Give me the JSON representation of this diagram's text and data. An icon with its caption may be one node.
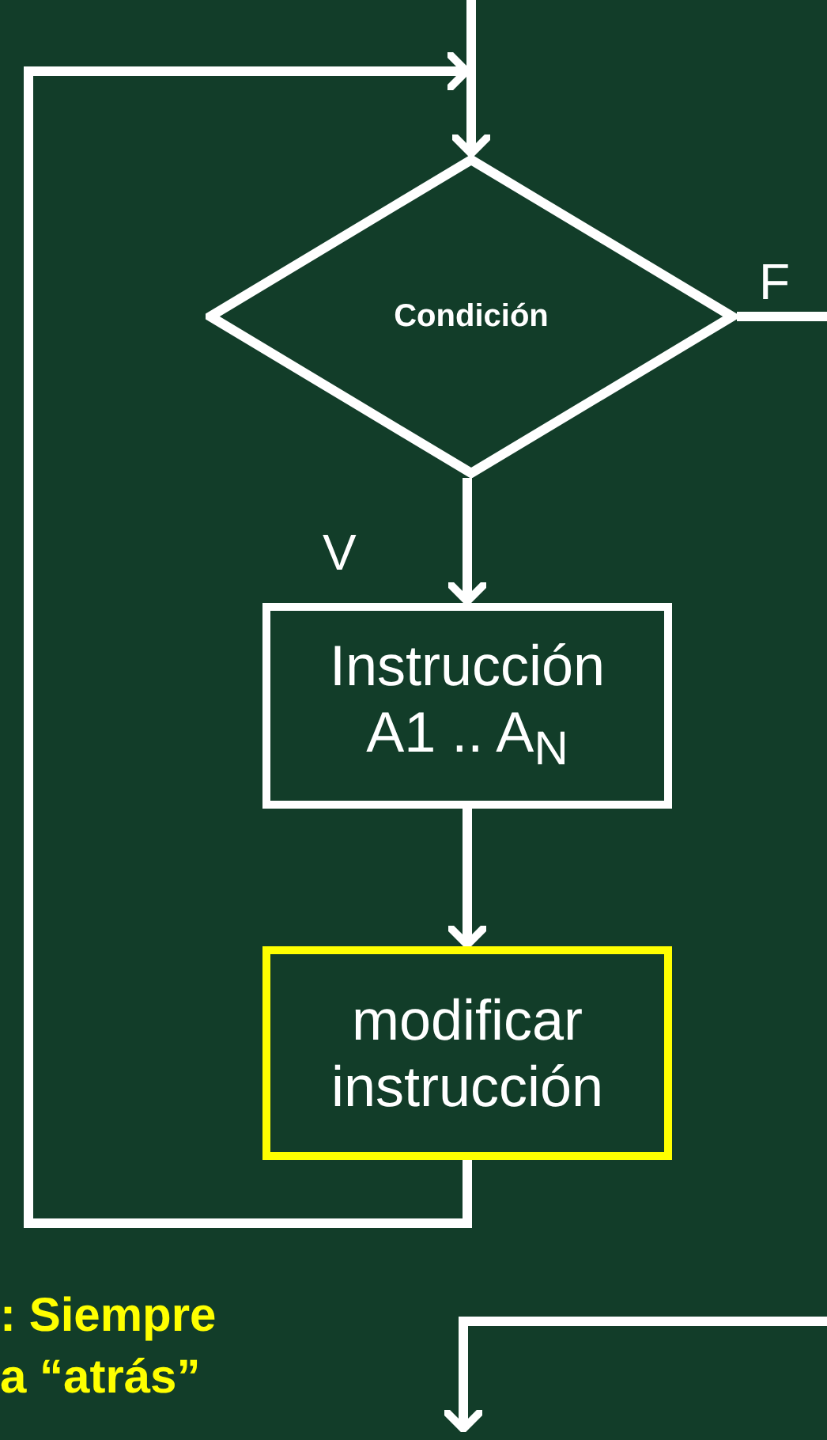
{
  "diagram": {
    "nodes": [
      {
        "text": [
          "Condición"
        ]
      },
      {
        "text": [
          "Instrucción A1 .. A$_{N}$"
        ]
      },
      {
        "text": [
          "modificar instrucción"
        ]
      }
    ],
    "edges": [
      {
        "from": null,
        "to": 0,
        "arrow": "to"
      },
      {
        "from": 0,
        "to": 1,
        "arrow": "to",
        "label": "V"
      },
      {
        "from": 1,
        "to": 2,
        "arrow": "to"
      },
      {
        "from": 2,
        "to": 0,
        "arrow": "to",
        "color": "#ffffff"
      },
      {
        "from": 0,
        "to": null,
        "arrow": "none",
        "label": "F"
      }
    ],
    "labels": [
      ": Siempre a “atrás”"
    ]
  }
}
